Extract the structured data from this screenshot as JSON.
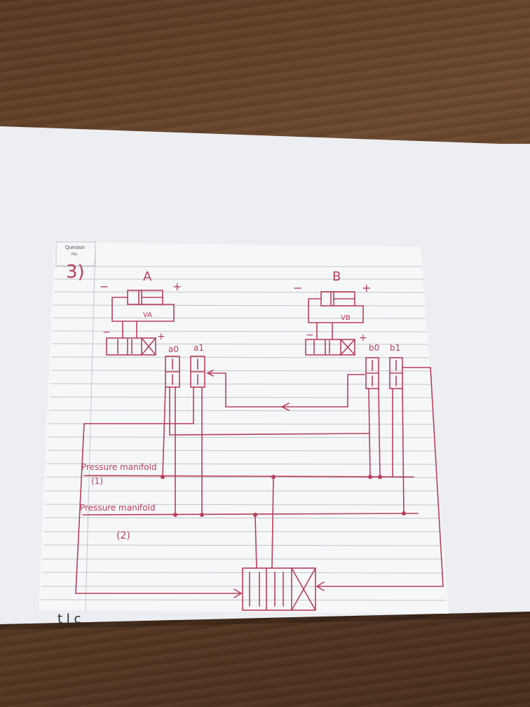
{
  "sheet": {
    "header_label": "Question",
    "header_sub": "No.",
    "question_number": "3)"
  },
  "labels": {
    "cyl_a": "A",
    "cyl_b": "B",
    "minus_a": "−",
    "plus_a": "+",
    "minus_b": "−",
    "plus_b": "+",
    "valve_a": "VA",
    "valve_b": "VB",
    "va_minus": "−",
    "va_plus": "+",
    "vb_minus": "−",
    "vb_plus": "+",
    "a0": "a0",
    "a1": "a1",
    "b0": "b0",
    "b1": "b1",
    "manifold1_text": "Pressure manifold",
    "manifold1_num": "(1)",
    "manifold2_text": "Pressure manifold",
    "manifold2_num": "(2)",
    "bottom_scrawl": "t l c"
  },
  "colors": {
    "ink": "#b8405a",
    "rule_line": "#b9bdc4",
    "paper": "#f4f5f7",
    "wood": "#5a3a24"
  }
}
